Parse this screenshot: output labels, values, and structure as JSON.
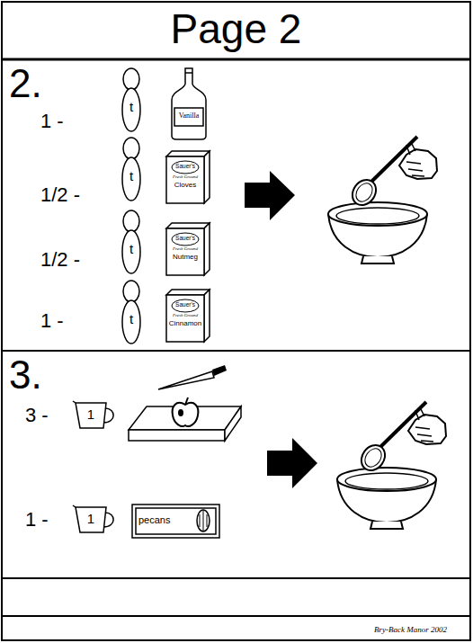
{
  "diagram": {
    "title": "Page 2",
    "nodes": [
      {
        "text": [
          "2."
        ]
      },
      {
        "text": [
          "t"
        ],
        "in": 0
      },
      {
        "text": [
          "Vanilla"
        ],
        "in": 0
      },
      {
        "text": [
          "t"
        ],
        "in": 0
      },
      {
        "text": [
          "Sauer's",
          "Fresh Ground",
          "Cloves"
        ],
        "in": 0
      },
      {
        "text": [
          "t"
        ],
        "in": 0
      },
      {
        "text": [
          "Sauer's",
          "Fresh Ground",
          "Nutmeg"
        ],
        "in": 0
      },
      {
        "text": [
          "t"
        ],
        "in": 0
      },
      {
        "text": [
          "Sauer's",
          "Fresh Ground",
          "Cinnamon"
        ],
        "in": 0
      },
      {
        "text": [
          "3."
        ]
      },
      {
        "text": [
          "1"
        ],
        "in": 9
      },
      {
        "text": [
          "1"
        ],
        "in": 9
      },
      {
        "text": [
          "pecans"
        ],
        "in": 9
      }
    ],
    "labels": [
      "1 -",
      "1/2 -",
      "1/2 -",
      "1 -",
      "3 -",
      "1 -",
      "Bry-Back Manor 2002"
    ]
  }
}
